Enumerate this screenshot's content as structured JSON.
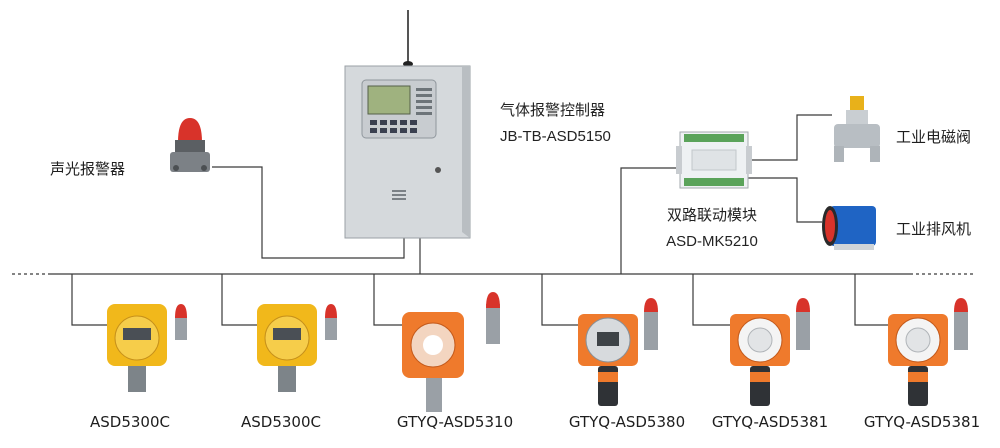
{
  "controller": {
    "name": "气体报警控制器",
    "model": "JB-TB-ASD5150"
  },
  "alarm": {
    "name": "声光报警器"
  },
  "module": {
    "name": "双路联动模块",
    "model": "ASD-MK5210"
  },
  "outputs": [
    {
      "name": "工业电磁阀",
      "icon": "solenoid-valve-icon"
    },
    {
      "name": "工业排风机",
      "icon": "exhaust-fan-icon"
    }
  ],
  "detectors": [
    {
      "model": "ASD5300C",
      "style": "yellow"
    },
    {
      "model": "ASD5300C",
      "style": "yellow"
    },
    {
      "model": "GTYQ-ASD5310",
      "style": "orange"
    },
    {
      "model": "GTYQ-ASD5380",
      "style": "orange-grey"
    },
    {
      "model": "GTYQ-ASD5381",
      "style": "orange-white"
    },
    {
      "model": "GTYQ-ASD5381",
      "style": "orange-white"
    }
  ],
  "colors": {
    "line": "#3a3a3a",
    "yellow_body": "#f1b81b",
    "orange_body": "#ef7a2c",
    "red_lamp": "#d8332a",
    "grey_metal": "#9aa0a6",
    "cabinet": "#d5d9dc",
    "screen": "#9fb27f",
    "fan_blue": "#1f64c4"
  }
}
